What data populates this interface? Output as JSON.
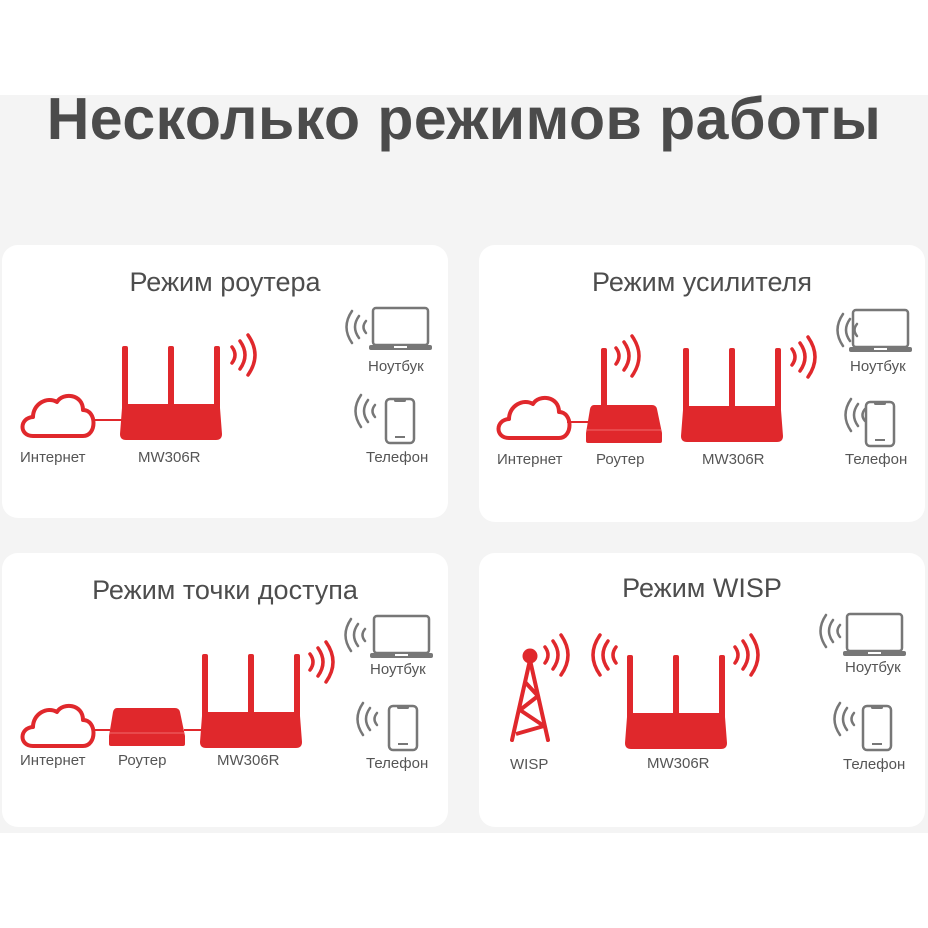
{
  "page_title": "Несколько режимов работы",
  "colors": {
    "accent": "#e0282c",
    "device_gray": "#777777",
    "text": "#4b4b4b",
    "band": "#f4f4f4"
  },
  "cards": [
    {
      "title": "Режим роутера",
      "labels": {
        "internet": "Интернет",
        "device": "MW306R",
        "laptop": "Ноутбук",
        "phone": "Телефон"
      }
    },
    {
      "title": "Режим усилителя",
      "labels": {
        "internet": "Интернет",
        "router": "Роутер",
        "device": "MW306R",
        "laptop": "Ноутбук",
        "phone": "Телефон"
      }
    },
    {
      "title": "Режим точки доступа",
      "labels": {
        "internet": "Интернет",
        "router": "Роутер",
        "device": "MW306R",
        "laptop": "Ноутбук",
        "phone": "Телефон"
      }
    },
    {
      "title": "Режим WISP",
      "labels": {
        "wisp": "WISP",
        "device": "MW306R",
        "laptop": "Ноутбук",
        "phone": "Телефон"
      }
    }
  ]
}
